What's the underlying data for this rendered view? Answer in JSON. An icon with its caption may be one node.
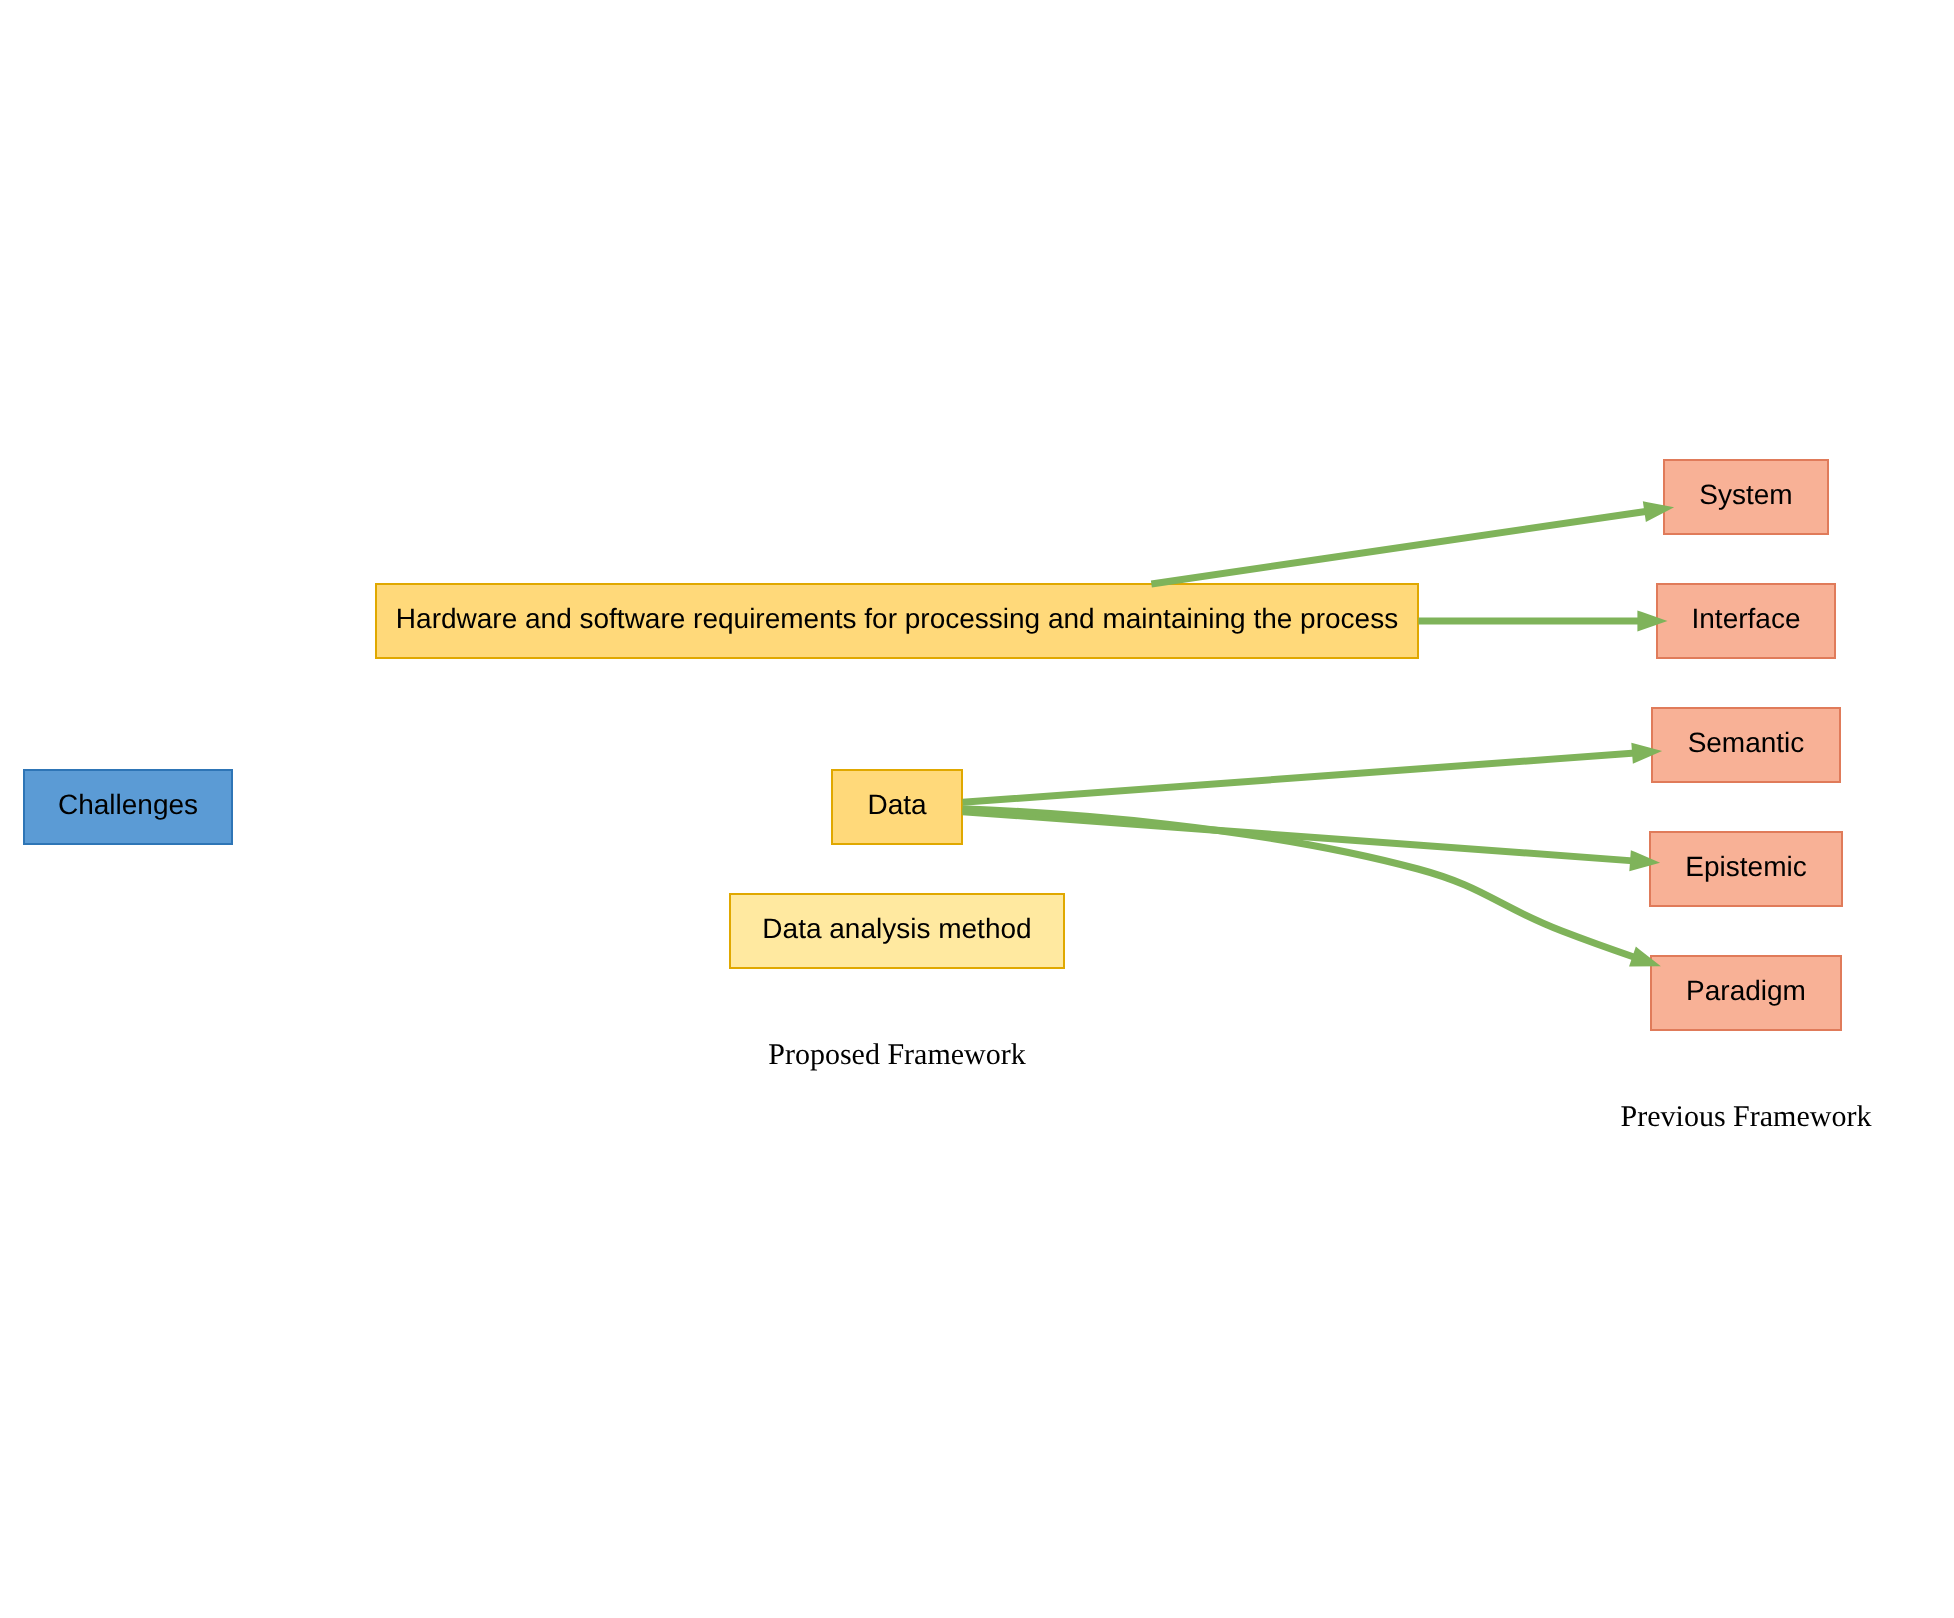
{
  "diagram": {
    "nodes": [
      {
        "text": [
          "Challenges"
        ]
      },
      {
        "text": [
          "Hardware and software requirements for processing and maintaining the process"
        ]
      },
      {
        "text": [
          "Data"
        ]
      },
      {
        "text": [
          "Data analysis method"
        ]
      },
      {
        "text": [
          "System"
        ]
      },
      {
        "text": [
          "Interface"
        ]
      },
      {
        "text": [
          "Semantic"
        ]
      },
      {
        "text": [
          "Epistemic"
        ]
      },
      {
        "text": [
          "Paradigm"
        ]
      }
    ],
    "edges": [
      {
        "from": 1,
        "to": 4,
        "arrow": "to"
      },
      {
        "from": 1,
        "to": 5,
        "arrow": "to"
      },
      {
        "from": 2,
        "to": 6,
        "arrow": "to"
      },
      {
        "from": 2,
        "to": 7,
        "arrow": "to"
      },
      {
        "from": 2,
        "to": 8,
        "arrow": "to"
      }
    ],
    "labels": [
      "Proposed Framework",
      "Previous Framework"
    ]
  }
}
